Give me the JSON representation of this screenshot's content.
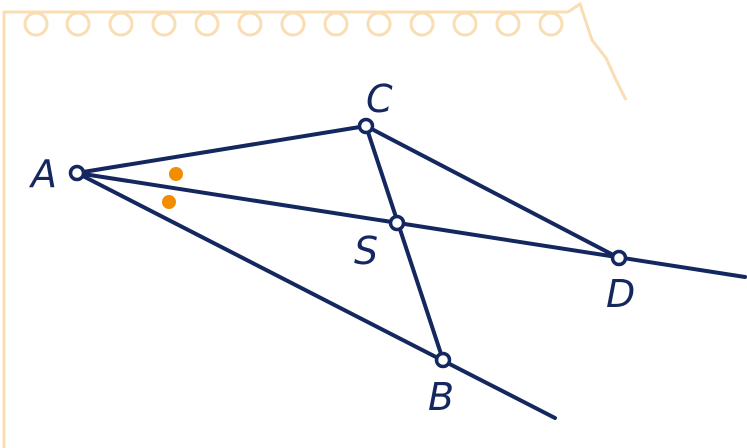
{
  "diagram": {
    "points": {
      "A": {
        "label": "A"
      },
      "B": {
        "label": "B"
      },
      "C": {
        "label": "C"
      },
      "D": {
        "label": "D"
      },
      "S": {
        "label": "S"
      }
    },
    "colors": {
      "line": "#14275e",
      "angle_marks": "#f28c00",
      "paper_border": "#f9ddb3"
    }
  }
}
